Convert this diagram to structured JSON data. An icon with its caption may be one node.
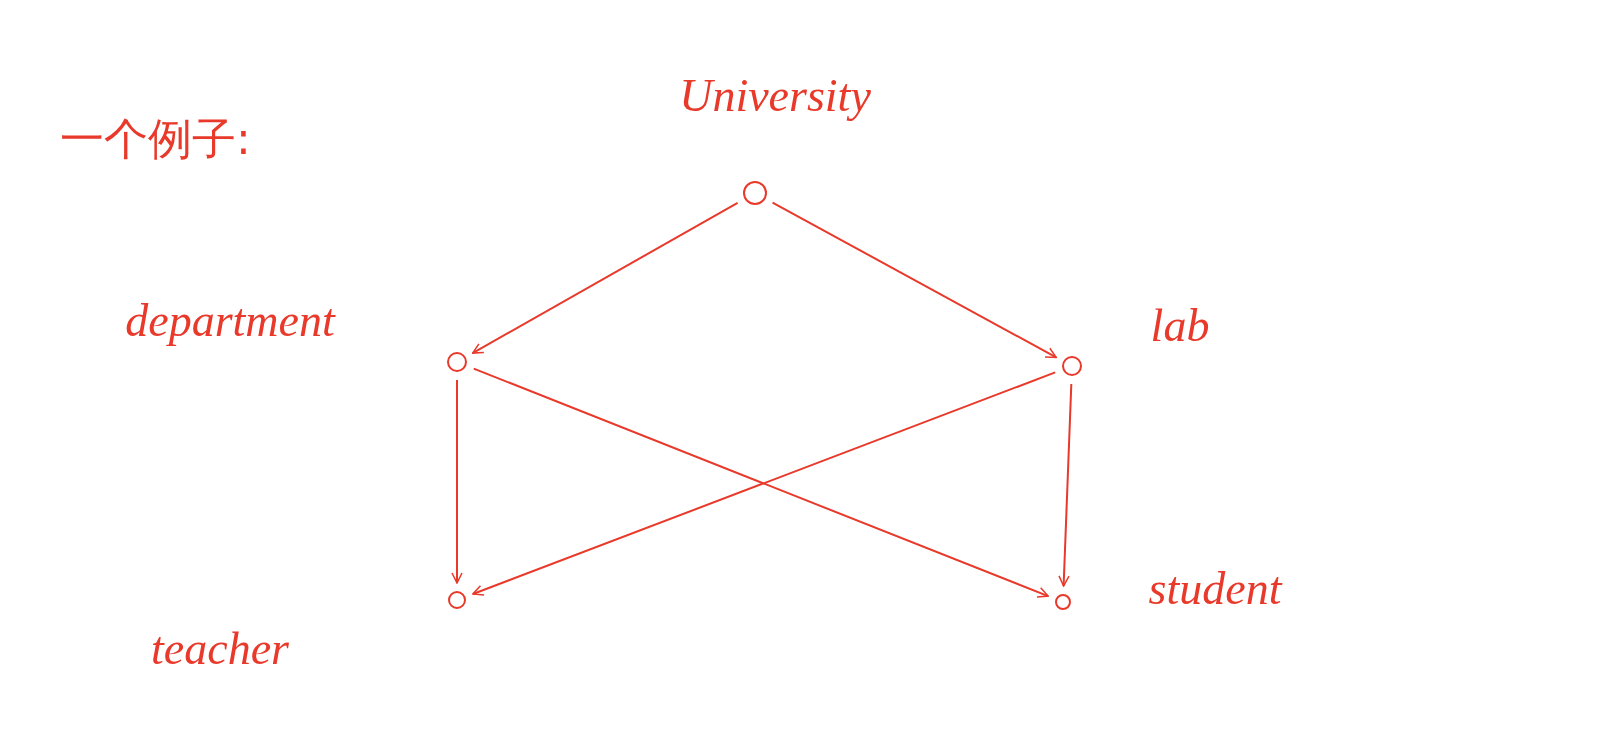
{
  "diagram": {
    "title": "一个例子:",
    "nodes": [
      {
        "text": [],
        "shape": "circle",
        "beside": [
          "University"
        ]
      },
      {
        "text": [],
        "shape": "circle",
        "beside": [
          "department"
        ]
      },
      {
        "text": [],
        "shape": "circle",
        "beside": [
          "lab"
        ]
      },
      {
        "text": [],
        "shape": "circle",
        "beside": [
          "teacher"
        ]
      },
      {
        "text": [],
        "shape": "circle",
        "beside": [
          "student"
        ]
      }
    ],
    "edges": [
      {
        "from": 0,
        "to": 1,
        "arrow": "to"
      },
      {
        "from": 0,
        "to": 2,
        "arrow": "to"
      },
      {
        "from": 1,
        "to": 3,
        "arrow": "to"
      },
      {
        "from": 1,
        "to": 4,
        "arrow": "to"
      },
      {
        "from": 2,
        "to": 3,
        "arrow": "to"
      },
      {
        "from": 2,
        "to": 4,
        "arrow": "to"
      }
    ]
  }
}
